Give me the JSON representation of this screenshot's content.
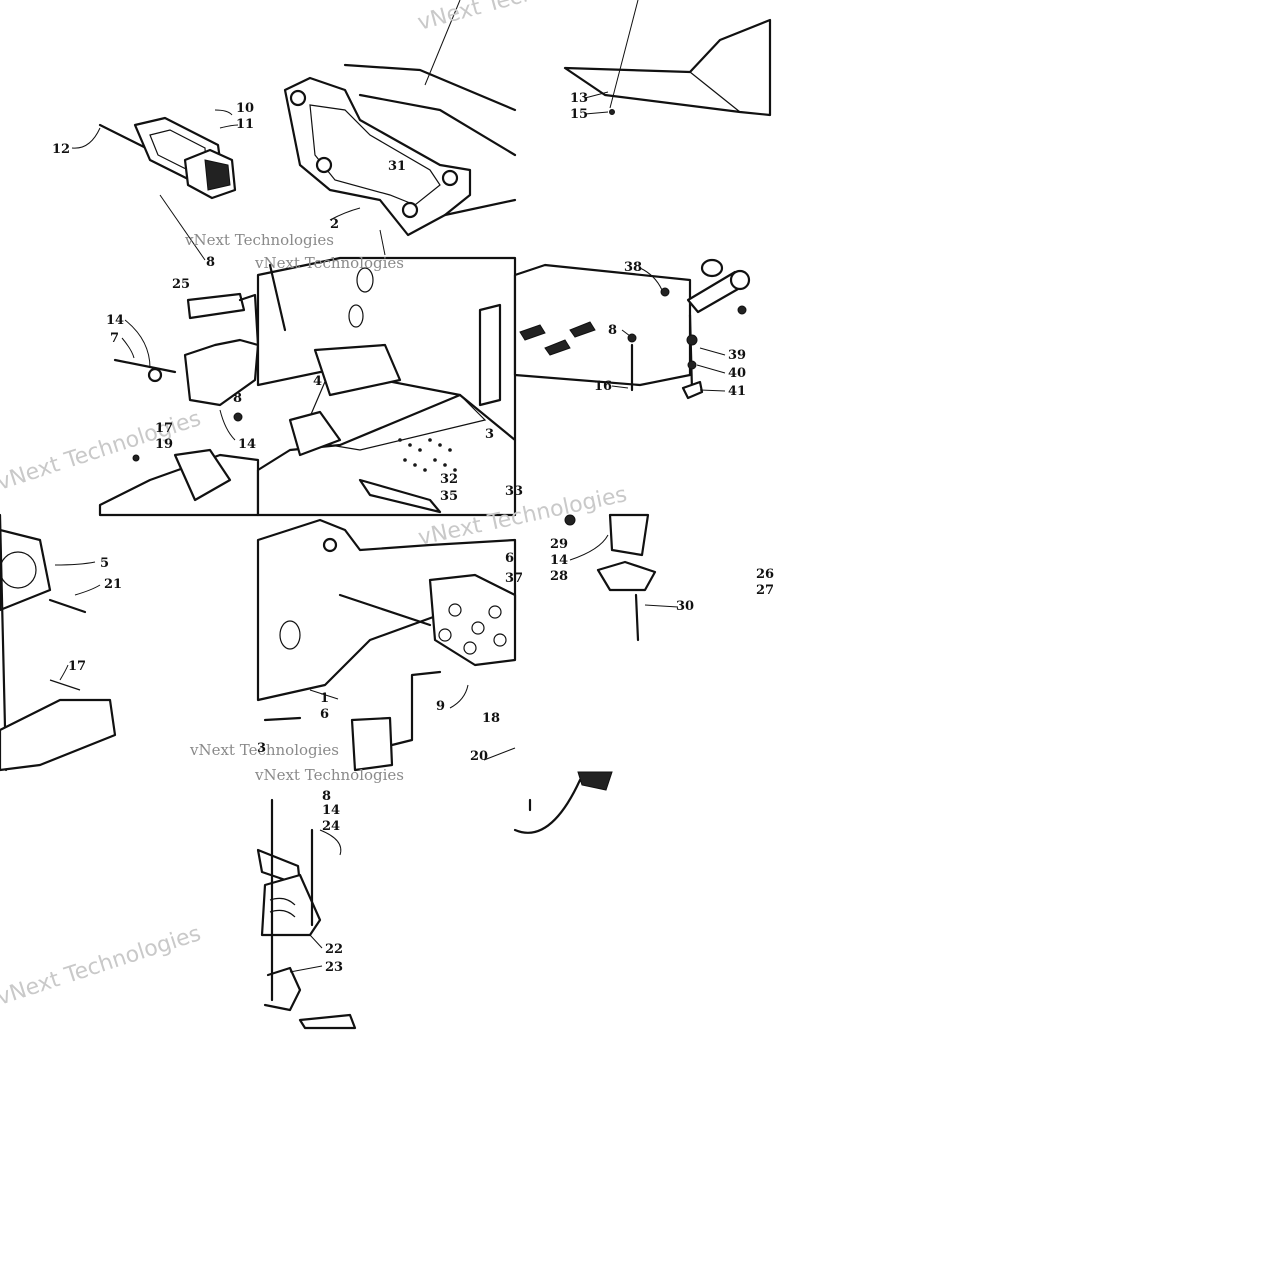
{
  "labels": [
    "12",
    "10",
    "11",
    "31",
    "2",
    "8",
    "13",
    "15",
    "25",
    "14",
    "7",
    "8",
    "14",
    "17",
    "19",
    "4",
    "3",
    "32",
    "35",
    "33",
    "38",
    "8",
    "16",
    "39",
    "40",
    "41",
    "5",
    "21",
    "17",
    "1",
    "6",
    "9",
    "18",
    "20",
    "3",
    "29",
    "14",
    "28",
    "30",
    "26",
    "27",
    "8",
    "14",
    "24",
    "22",
    "23",
    "6",
    "37"
  ],
  "watermarks": [
    "vNext Technologies",
    "vNext Technologies",
    "vNext Technologies",
    "vNext Technologies",
    "vNext Technologies",
    "vNext Technologies",
    "vNext Technologies",
    "vNext Technologies"
  ]
}
